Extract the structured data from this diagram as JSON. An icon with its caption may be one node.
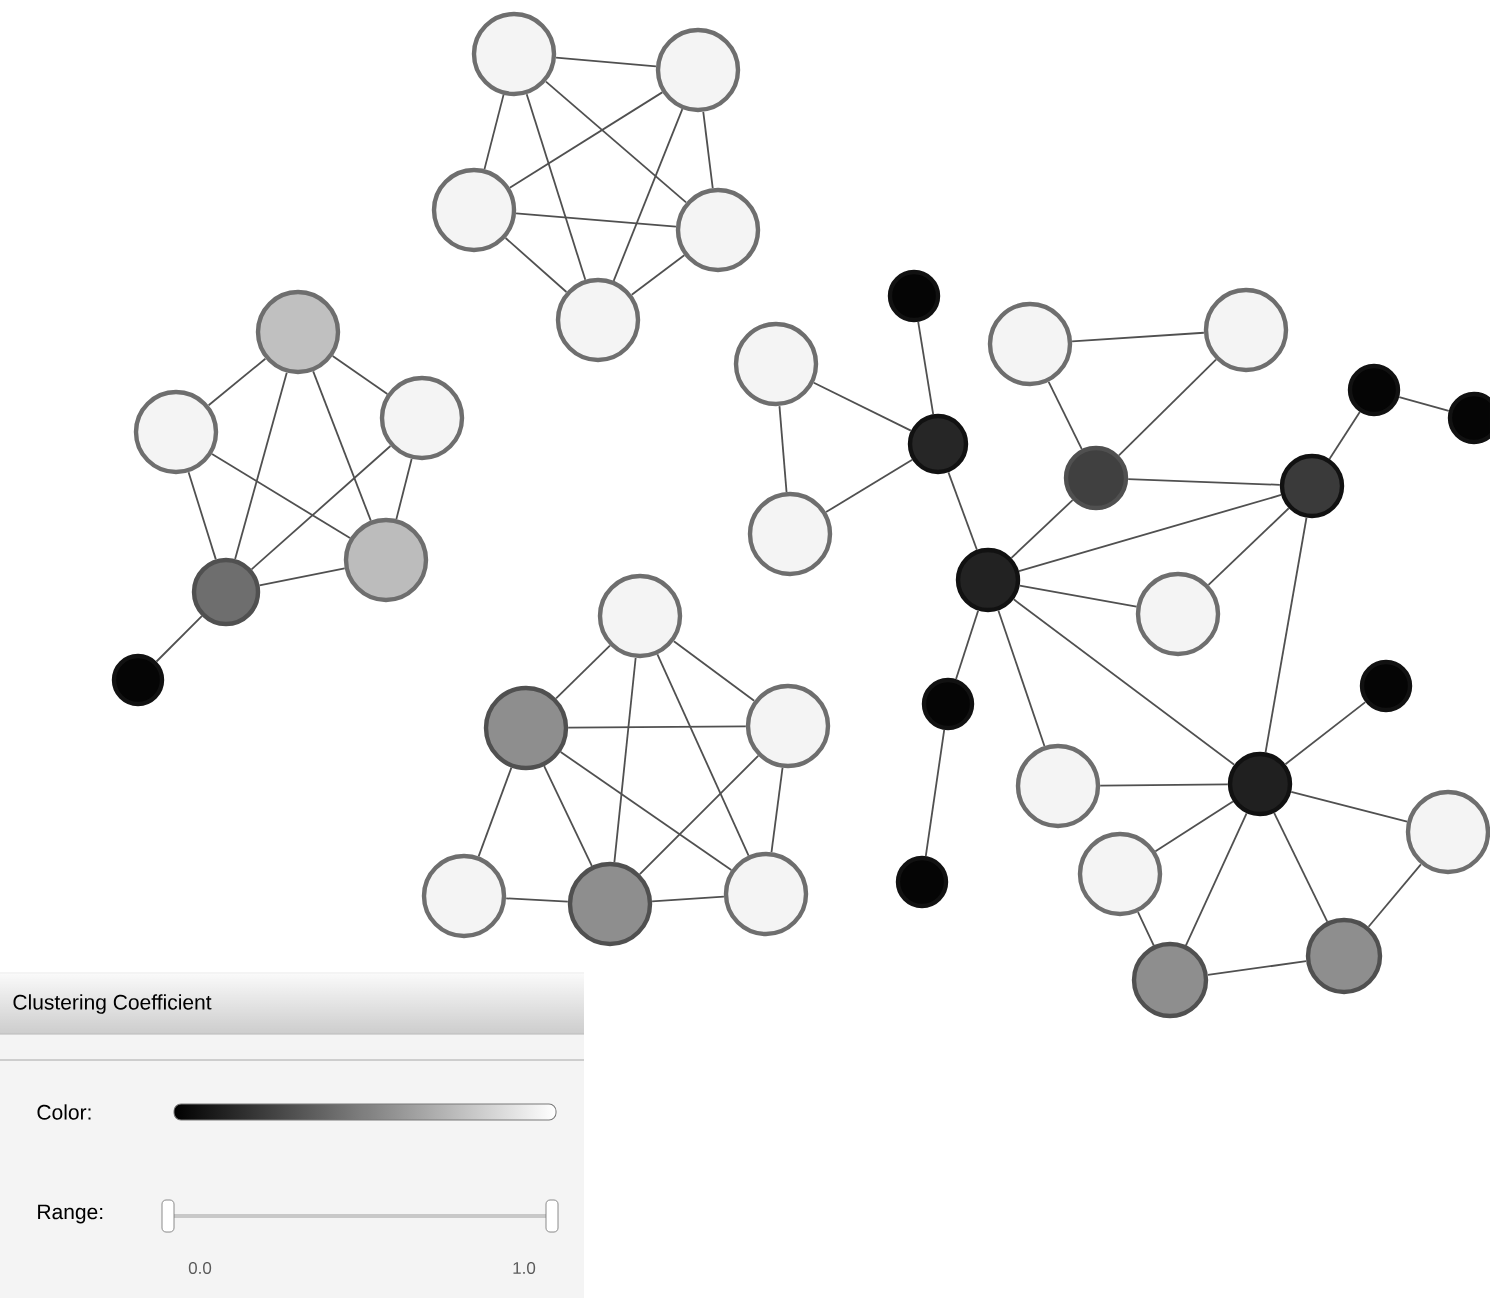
{
  "diagram": {
    "nodes": [
      {
        "text": [],
        "shape": "circle"
      },
      {
        "text": [],
        "shape": "circle"
      },
      {
        "text": [],
        "shape": "circle"
      },
      {
        "text": [],
        "shape": "circle"
      },
      {
        "text": [],
        "shape": "circle"
      },
      {
        "text": [],
        "shape": "circle"
      },
      {
        "text": [],
        "shape": "circle"
      },
      {
        "text": [],
        "shape": "circle"
      },
      {
        "text": [],
        "shape": "circle"
      },
      {
        "text": [],
        "shape": "circle"
      },
      {
        "text": [],
        "shape": "circle"
      },
      {
        "text": [],
        "shape": "circle"
      },
      {
        "text": [],
        "shape": "circle"
      },
      {
        "text": [],
        "shape": "circle"
      },
      {
        "text": [],
        "shape": "circle"
      },
      {
        "text": [],
        "shape": "circle"
      },
      {
        "text": [],
        "shape": "circle"
      },
      {
        "text": [],
        "shape": "circle"
      },
      {
        "text": [],
        "shape": "circle"
      },
      {
        "text": [],
        "shape": "circle"
      },
      {
        "text": [],
        "shape": "circle"
      },
      {
        "text": [],
        "shape": "circle"
      },
      {
        "text": [],
        "shape": "circle"
      },
      {
        "text": [],
        "shape": "circle"
      },
      {
        "text": [],
        "shape": "circle"
      },
      {
        "text": [],
        "shape": "circle"
      },
      {
        "text": [],
        "shape": "circle"
      },
      {
        "text": [],
        "shape": "circle"
      },
      {
        "text": [],
        "shape": "circle"
      },
      {
        "text": [],
        "shape": "circle"
      },
      {
        "text": [],
        "shape": "circle"
      },
      {
        "text": [],
        "shape": "circle"
      },
      {
        "text": [],
        "shape": "circle"
      },
      {
        "text": [],
        "shape": "circle"
      },
      {
        "text": [],
        "shape": "circle"
      },
      {
        "text": [],
        "shape": "circle"
      },
      {
        "text": [],
        "shape": "circle"
      },
      {
        "text": [],
        "shape": "circle"
      }
    ],
    "edges": [
      {
        "from": 0,
        "to": 1,
        "arrow": "none"
      },
      {
        "from": 0,
        "to": 2,
        "arrow": "none"
      },
      {
        "from": 0,
        "to": 3,
        "arrow": "none"
      },
      {
        "from": 0,
        "to": 4,
        "arrow": "none"
      },
      {
        "from": 1,
        "to": 2,
        "arrow": "none"
      },
      {
        "from": 1,
        "to": 3,
        "arrow": "none"
      },
      {
        "from": 1,
        "to": 4,
        "arrow": "none"
      },
      {
        "from": 2,
        "to": 3,
        "arrow": "none"
      },
      {
        "from": 2,
        "to": 4,
        "arrow": "none"
      },
      {
        "from": 3,
        "to": 4,
        "arrow": "none"
      },
      {
        "from": 5,
        "to": 6,
        "arrow": "none"
      },
      {
        "from": 5,
        "to": 7,
        "arrow": "none"
      },
      {
        "from": 5,
        "to": 8,
        "arrow": "none"
      },
      {
        "from": 5,
        "to": 9,
        "arrow": "none"
      },
      {
        "from": 6,
        "to": 8,
        "arrow": "none"
      },
      {
        "from": 6,
        "to": 9,
        "arrow": "none"
      },
      {
        "from": 7,
        "to": 8,
        "arrow": "none"
      },
      {
        "from": 7,
        "to": 9,
        "arrow": "none"
      },
      {
        "from": 8,
        "to": 9,
        "arrow": "none"
      },
      {
        "from": 8,
        "to": 10,
        "arrow": "none"
      },
      {
        "from": 11,
        "to": 12,
        "arrow": "none"
      },
      {
        "from": 11,
        "to": 13,
        "arrow": "none"
      },
      {
        "from": 11,
        "to": 15,
        "arrow": "none"
      },
      {
        "from": 11,
        "to": 16,
        "arrow": "none"
      },
      {
        "from": 12,
        "to": 13,
        "arrow": "none"
      },
      {
        "from": 12,
        "to": 14,
        "arrow": "none"
      },
      {
        "from": 12,
        "to": 15,
        "arrow": "none"
      },
      {
        "from": 12,
        "to": 16,
        "arrow": "none"
      },
      {
        "from": 13,
        "to": 15,
        "arrow": "none"
      },
      {
        "from": 13,
        "to": 16,
        "arrow": "none"
      },
      {
        "from": 14,
        "to": 15,
        "arrow": "none"
      },
      {
        "from": 15,
        "to": 16,
        "arrow": "none"
      },
      {
        "from": 17,
        "to": 20,
        "arrow": "none"
      },
      {
        "from": 18,
        "to": 20,
        "arrow": "none"
      },
      {
        "from": 18,
        "to": 19,
        "arrow": "none"
      },
      {
        "from": 19,
        "to": 20,
        "arrow": "none"
      },
      {
        "from": 20,
        "to": 27,
        "arrow": "none"
      },
      {
        "from": 21,
        "to": 23,
        "arrow": "none"
      },
      {
        "from": 21,
        "to": 22,
        "arrow": "none"
      },
      {
        "from": 22,
        "to": 23,
        "arrow": "none"
      },
      {
        "from": 23,
        "to": 26,
        "arrow": "none"
      },
      {
        "from": 23,
        "to": 27,
        "arrow": "none"
      },
      {
        "from": 24,
        "to": 26,
        "arrow": "none"
      },
      {
        "from": 24,
        "to": 25,
        "arrow": "none"
      },
      {
        "from": 26,
        "to": 27,
        "arrow": "none"
      },
      {
        "from": 26,
        "to": 28,
        "arrow": "none"
      },
      {
        "from": 26,
        "to": 32,
        "arrow": "none"
      },
      {
        "from": 27,
        "to": 28,
        "arrow": "none"
      },
      {
        "from": 27,
        "to": 29,
        "arrow": "none"
      },
      {
        "from": 29,
        "to": 30,
        "arrow": "none"
      },
      {
        "from": 27,
        "to": 31,
        "arrow": "none"
      },
      {
        "from": 27,
        "to": 32,
        "arrow": "none"
      },
      {
        "from": 32,
        "to": 33,
        "arrow": "none"
      },
      {
        "from": 32,
        "to": 31,
        "arrow": "none"
      },
      {
        "from": 32,
        "to": 34,
        "arrow": "none"
      },
      {
        "from": 32,
        "to": 35,
        "arrow": "none"
      },
      {
        "from": 32,
        "to": 36,
        "arrow": "none"
      },
      {
        "from": 32,
        "to": 37,
        "arrow": "none"
      },
      {
        "from": 35,
        "to": 36,
        "arrow": "none"
      },
      {
        "from": 36,
        "to": 37,
        "arrow": "none"
      },
      {
        "from": 37,
        "to": 34,
        "arrow": "none"
      }
    ],
    "labels": [
      "Clustering Coefficient",
      "Color:",
      "Range:",
      "0.0",
      "1.0"
    ]
  }
}
